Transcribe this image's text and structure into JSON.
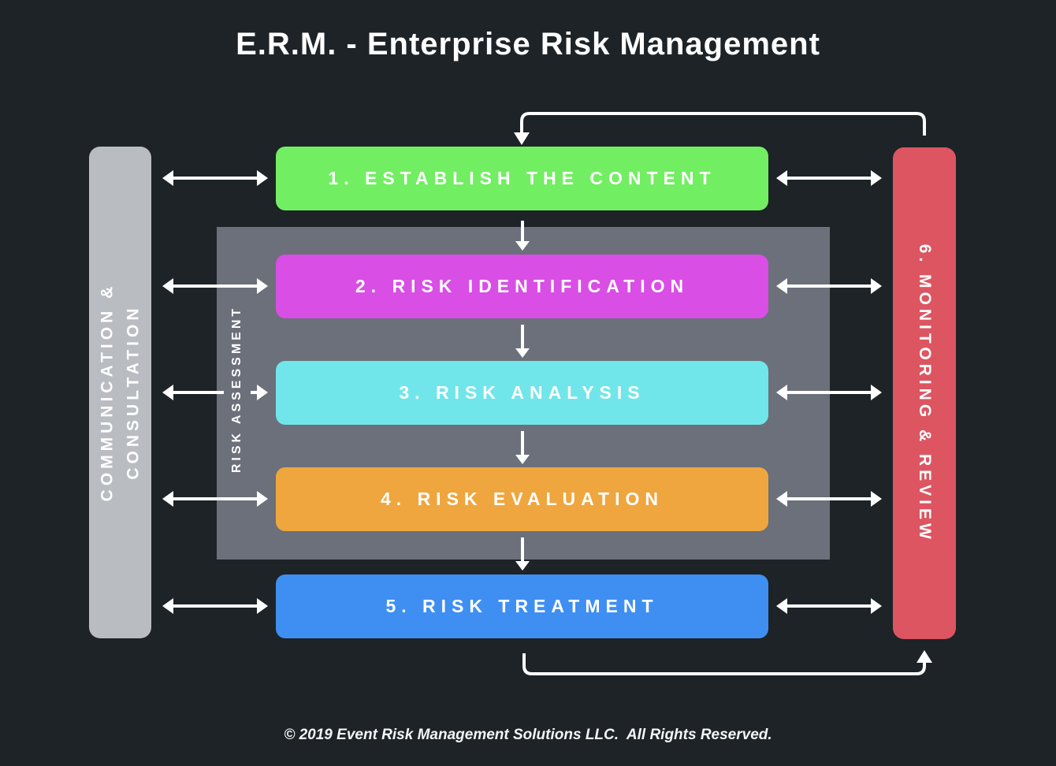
{
  "title": "E.R.M. - Enterprise Risk Management",
  "footer": "© 2019 Event Risk Management Solutions LLC.  All Rights Reserved.",
  "left_bar": {
    "lines": [
      "COMMUNICATION &",
      "CONSULTATION"
    ],
    "color": "#b9bcc1"
  },
  "right_bar": {
    "label": "6. MONITORING & REVIEW",
    "color": "#dc5561"
  },
  "assessment_panel": {
    "label": "RISK ASSESSMENT",
    "color": "#6b707a"
  },
  "steps": [
    {
      "label": "1. ESTABLISH THE CONTENT",
      "color": "#72ee62"
    },
    {
      "label": "2. RISK IDENTIFICATION",
      "color": "#d94ee5"
    },
    {
      "label": "3. RISK ANALYSIS",
      "color": "#70e6ea"
    },
    {
      "label": "4. RISK EVALUATION",
      "color": "#efa63f"
    },
    {
      "label": "5. RISK TREATMENT",
      "color": "#3f8ff2"
    }
  ],
  "colors": {
    "background": "#1d2327",
    "arrow": "#ffffff",
    "text": "#ffffff"
  }
}
